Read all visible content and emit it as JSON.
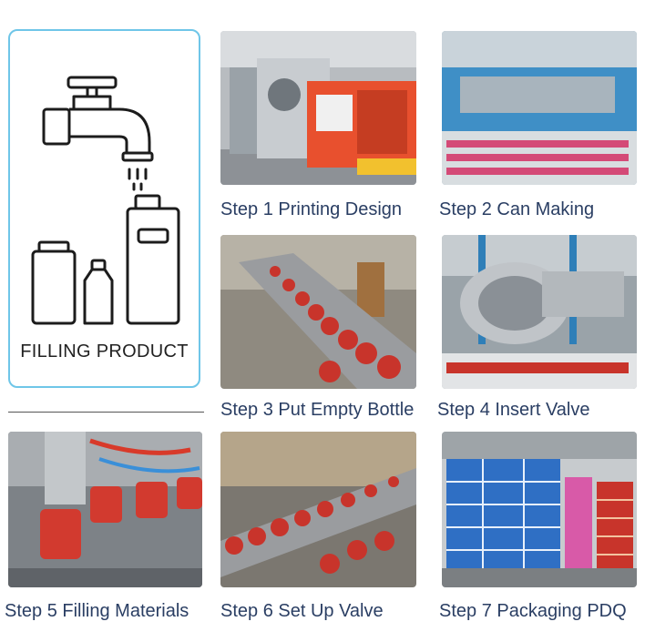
{
  "filling_card": {
    "title": "FILLING PRODUCT"
  },
  "steps": [
    {
      "label": "Step 1 Printing Design"
    },
    {
      "label": "Step 2 Can Making"
    },
    {
      "label": "Step 3 Put Empty Bottle"
    },
    {
      "label": "Step 4 Insert Valve"
    },
    {
      "label": "Step 5 Filling Materials"
    },
    {
      "label": "Step 6 Set Up Valve"
    },
    {
      "label": "Step 7 Packaging PDQ"
    }
  ],
  "colors": {
    "card_border": "#6fc6e8",
    "caption_text": "#2a3e63",
    "can_red": "#d23a2f",
    "machine_orange": "#e8502e"
  }
}
